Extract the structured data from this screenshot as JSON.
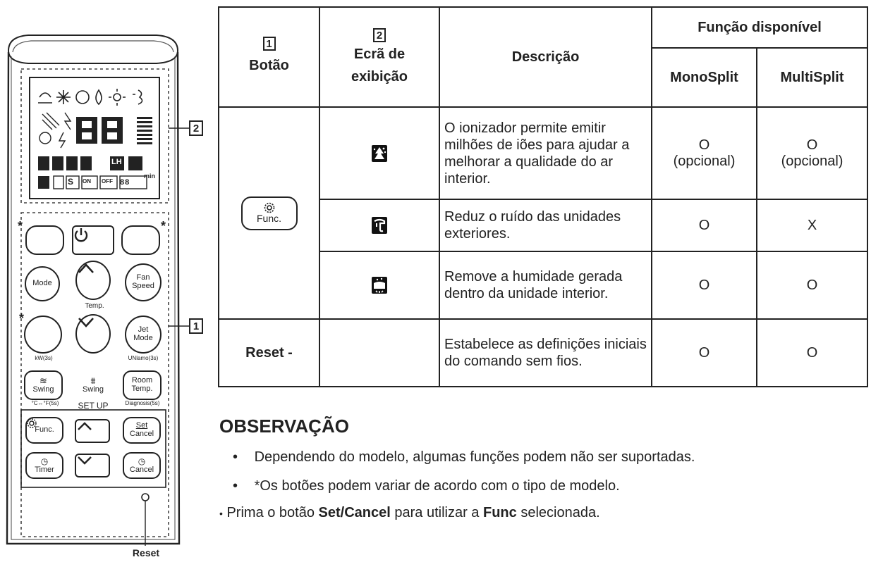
{
  "remote": {
    "buttons": {
      "mode": "Mode",
      "fan_speed": [
        "Fan",
        "Speed"
      ],
      "temp": "Temp.",
      "jet_mode": [
        "Jet",
        "Mode"
      ],
      "kw_hint": "kW(3s)",
      "unmark_hint": "UNlamo(3s)",
      "swing": "Swing",
      "swing_hint": "°C↔°F(5s)",
      "room_temp": [
        "Room",
        "Temp."
      ],
      "diagnosis_hint": "Diagnosis(5s)",
      "setup": "SET UP",
      "func": "Func.",
      "set_cancel": [
        "Set",
        "Cancel"
      ],
      "timer": "Timer",
      "cancel": "Cancel",
      "reset": "Reset",
      "star": "*"
    },
    "display": {
      "lcd_digits": "88",
      "lcd_small": "min",
      "lcd_s": "S",
      "lcd_on": "ON",
      "lcd_off": "OFF",
      "lcd_lh": "LH"
    },
    "callout_1": "1",
    "callout_2": "2"
  },
  "table": {
    "headers": {
      "col1_num": "1",
      "col1": "Botão",
      "col2_num": "2",
      "col2": [
        "Ecrã de",
        "exibição"
      ],
      "col3": "Descrição",
      "group": "Função disponível",
      "mono": "MonoSplit",
      "multi": "MultiSplit"
    },
    "func_button_label": "Func.",
    "rows": [
      {
        "icon": "ionizer-icon",
        "description": "O ionizador permite emitir milhões de iões para ajudar a melhorar a qualidade do ar interior.",
        "mono": [
          "O",
          "(opcional)"
        ],
        "multi": [
          "O",
          "(opcional)"
        ]
      },
      {
        "icon": "low-noise-icon",
        "description": "Reduz o ruído das unidades exteriores.",
        "mono": [
          "O"
        ],
        "multi": [
          "X"
        ]
      },
      {
        "icon": "auto-clean-icon",
        "description": "Remove a humidade gerada dentro da unidade interior.",
        "mono": [
          "O"
        ],
        "multi": [
          "O"
        ]
      },
      {
        "button": "Reset -",
        "icon": "",
        "description": "Estabelece as definições iniciais do comando sem fios.",
        "mono": [
          "O"
        ],
        "multi": [
          "O"
        ]
      }
    ]
  },
  "note": {
    "heading": "OBSERVAÇÃO",
    "bullets": [
      "Dependendo do modelo, algumas funções podem não ser suportadas.",
      "*Os botões podem variar de acordo com o tipo de modelo."
    ],
    "last": {
      "pre": "Prima o botão ",
      "bold1": "Set/Cancel",
      "mid": " para utilizar a ",
      "bold2": "Func",
      "post": " selecionada."
    }
  }
}
